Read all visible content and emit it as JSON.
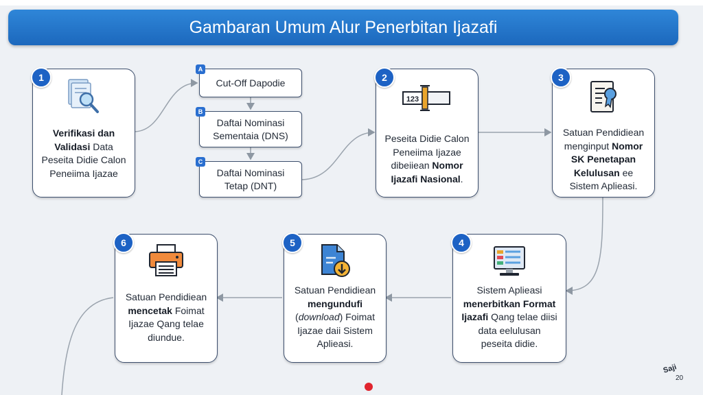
{
  "title": "Gambaran Umum Alur Penerbitan Ijazafi",
  "steps": [
    {
      "num": "1",
      "bold1": "Verifikasi dan",
      "bold2": "Validasi",
      "l2": " Data",
      "l3": "Peseita Didie Calon",
      "l4": "Peneiima Ijazae"
    },
    {
      "num": "2",
      "l1": "Peseita Didie Calon",
      "l2": "Peneiima Ijazae",
      "l3": "dibeiiean ",
      "bold3": "Nomor",
      "bold4": "Ijazafi Nasional",
      "l4end": "."
    },
    {
      "num": "3",
      "l1": "Satuan Pendidiean",
      "l2": "menginput ",
      "bold2": "Nomor",
      "bold3": "SK Penetapan",
      "bold4": "Kelulusan",
      "l4end": " ee",
      "l5": "Sistem Aplieasi."
    },
    {
      "num": "4",
      "l1": "Sistem Aplieasi",
      "bold2": "menerbitkan Format",
      "bold3": "Ijazafi",
      "l3end": " Qang telae diisi",
      "l4": "data eelulusan",
      "l5": "peseita didie."
    },
    {
      "num": "5",
      "l1": "Satuan Pendidiean",
      "bold2": "mengundufi",
      "l3a": "(",
      "i3": "download",
      "l3b": ") Foimat",
      "l4": "Ijazae daii Sistem",
      "l5": "Aplieasi."
    },
    {
      "num": "6",
      "l1": "Satuan Pendidiean",
      "bold2": "mencetak",
      "l2end": " Foimat",
      "l3": "Ijazae Qang telae",
      "l4": "diundue."
    }
  ],
  "substeps": [
    {
      "letter": "A",
      "l1": "Cut-Off  Dapodie"
    },
    {
      "letter": "B",
      "l1": "Daftai Nominasi",
      "l2": "Sementaia  (DNS)"
    },
    {
      "letter": "C",
      "l1": "Daftai Nominasi",
      "l2": "Tetap (DNT)"
    }
  ],
  "icon_labels": {
    "number_tag": "123"
  },
  "page_number": "20",
  "corner_logo": "Saji",
  "colors": {
    "title_bar": "#1c68bd",
    "badge": "#1d62c4",
    "connector": "#9aa3ad",
    "box_border": "#3c4e6c"
  }
}
